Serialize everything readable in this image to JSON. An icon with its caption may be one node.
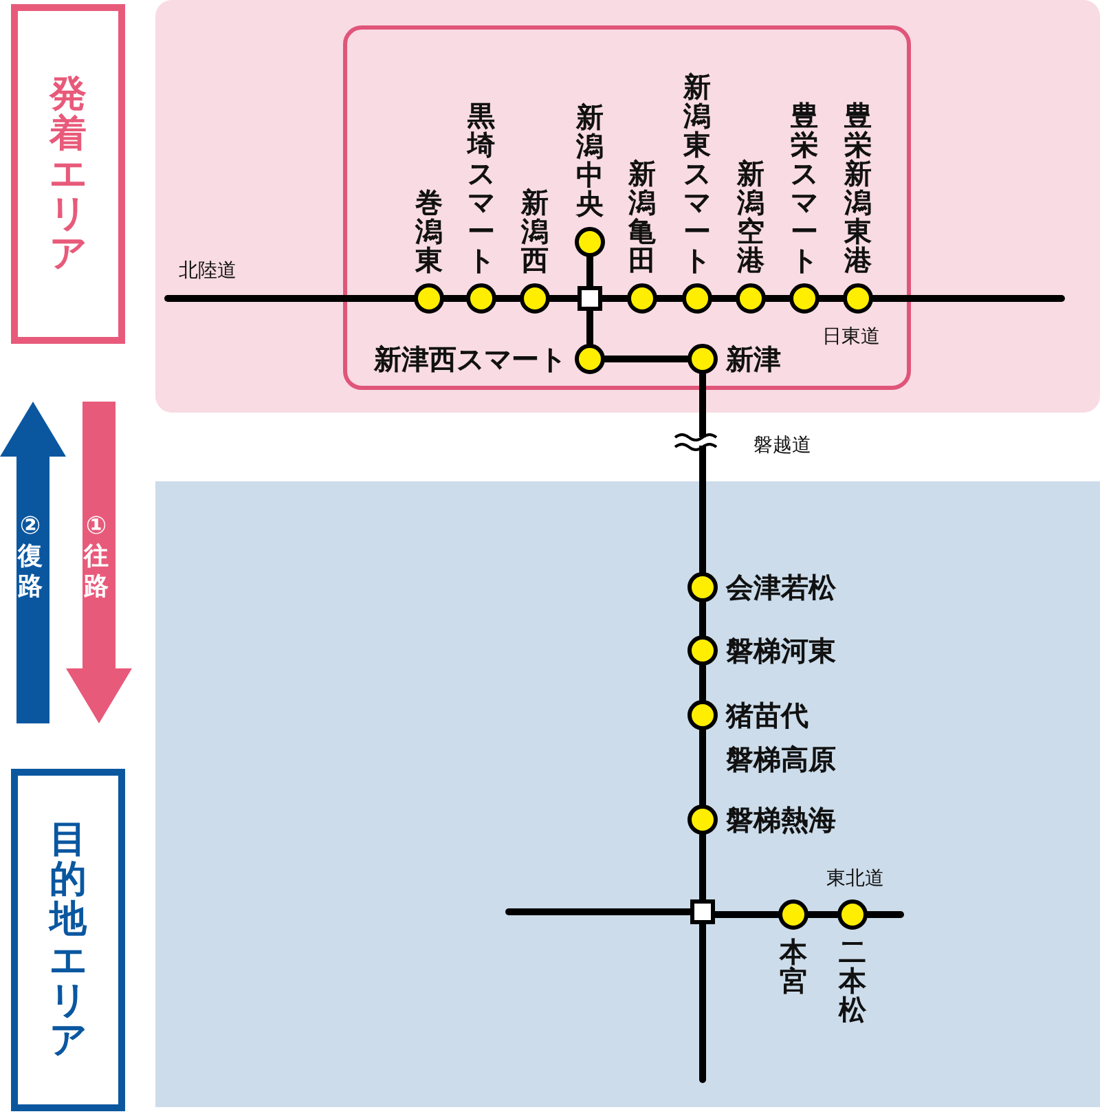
{
  "diagram": {
    "nodes": [
      {
        "text": [
          "発着エリア"
        ]
      },
      {
        "text": [
          "目的地エリア"
        ]
      },
      {
        "text": [
          "巻潟東"
        ]
      },
      {
        "text": [
          "黒埼スマート"
        ]
      },
      {
        "text": [
          "新潟西"
        ]
      },
      {
        "text": [],
        "shape": "box"
      },
      {
        "text": [
          "新潟中央"
        ]
      },
      {
        "text": [
          "新潟亀田"
        ]
      },
      {
        "text": [
          "新潟東スマート"
        ]
      },
      {
        "text": [
          "新潟空港"
        ]
      },
      {
        "text": [
          "豊栄スマート"
        ]
      },
      {
        "text": [
          "豊栄新潟東港"
        ]
      },
      {
        "text": [
          "新津西スマート"
        ]
      },
      {
        "text": [
          "新津"
        ]
      },
      {
        "text": [
          "会津若松"
        ]
      },
      {
        "text": [
          "磐梯河東"
        ]
      },
      {
        "text": [
          "猪苗代磐梯高原"
        ]
      },
      {
        "text": [
          "磐梯熱海"
        ]
      },
      {
        "text": [],
        "shape": "box"
      },
      {
        "text": [
          "本宮"
        ]
      },
      {
        "text": [
          "二本松"
        ]
      }
    ],
    "edges": [
      {
        "from": null,
        "to": 2,
        "arrow": "none"
      },
      {
        "from": 2,
        "to": 3,
        "arrow": "none"
      },
      {
        "from": 3,
        "to": 4,
        "arrow": "none"
      },
      {
        "from": 4,
        "to": 5,
        "arrow": "none"
      },
      {
        "from": 5,
        "to": 7,
        "arrow": "none"
      },
      {
        "from": 7,
        "to": 8,
        "arrow": "none"
      },
      {
        "from": 8,
        "to": 9,
        "arrow": "none"
      },
      {
        "from": 9,
        "to": 10,
        "arrow": "none"
      },
      {
        "from": 10,
        "to": 11,
        "arrow": "none"
      },
      {
        "from": 11,
        "to": null,
        "arrow": "none"
      },
      {
        "from": 6,
        "to": 5,
        "arrow": "none"
      },
      {
        "from": 5,
        "to": 12,
        "arrow": "none"
      },
      {
        "from": 12,
        "to": 13,
        "arrow": "none"
      },
      {
        "from": 13,
        "to": 14,
        "arrow": "none"
      },
      {
        "from": 14,
        "to": 15,
        "arrow": "none"
      },
      {
        "from": 15,
        "to": 16,
        "arrow": "none"
      },
      {
        "from": 16,
        "to": 17,
        "arrow": "none"
      },
      {
        "from": 17,
        "to": 18,
        "arrow": "none"
      },
      {
        "from": 18,
        "to": null,
        "arrow": "none"
      },
      {
        "from": null,
        "to": 18,
        "arrow": "none"
      },
      {
        "from": 18,
        "to": 19,
        "arrow": "none"
      },
      {
        "from": 19,
        "to": 20,
        "arrow": "none"
      },
      {
        "from": 20,
        "to": null,
        "arrow": "none"
      },
      {
        "from": 0,
        "to": 1,
        "arrow": "to",
        "label": "①往路",
        "color": "#e85a7a"
      },
      {
        "from": 1,
        "to": 0,
        "arrow": "to",
        "label": "②復路",
        "color": "#0a57a0"
      }
    ],
    "labels": [
      "北陸道",
      "日東道",
      "磐越道",
      "東北道"
    ]
  }
}
